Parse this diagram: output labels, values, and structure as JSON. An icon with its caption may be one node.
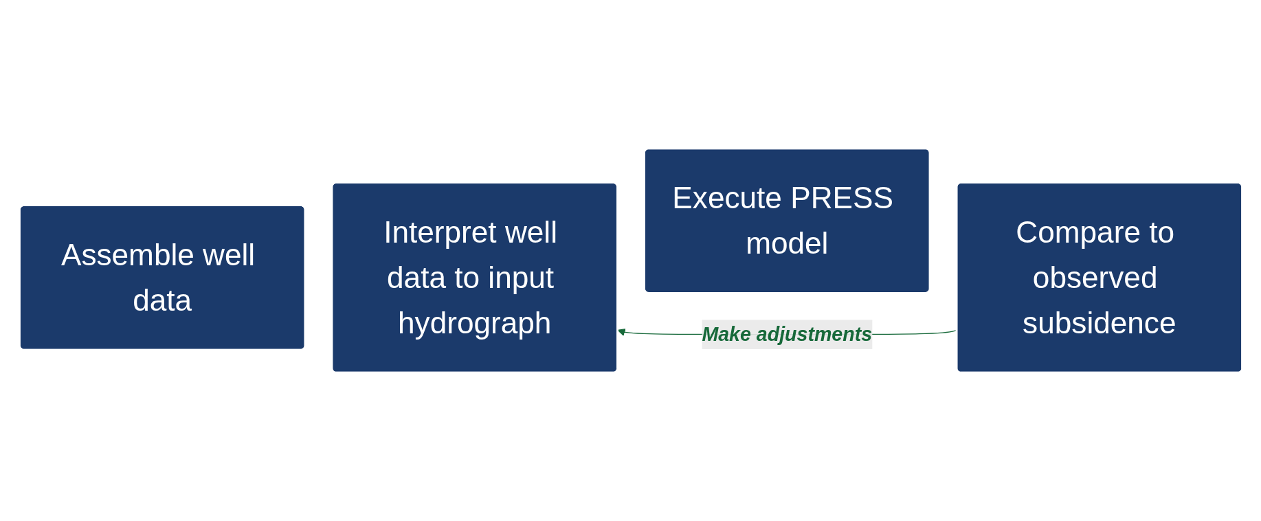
{
  "diagram": {
    "nodes": [
      {
        "text": [
          "Assemble well data"
        ]
      },
      {
        "text": [
          "Interpret well data to input hydrograph"
        ]
      },
      {
        "text": [
          "Execute PRESS model"
        ]
      },
      {
        "text": [
          "Compare to observed subsidence"
        ]
      }
    ],
    "edges": [
      {
        "from": 3,
        "to": 1,
        "arrow": "to",
        "label": "Make adjustments",
        "color": "#17693a"
      }
    ]
  }
}
